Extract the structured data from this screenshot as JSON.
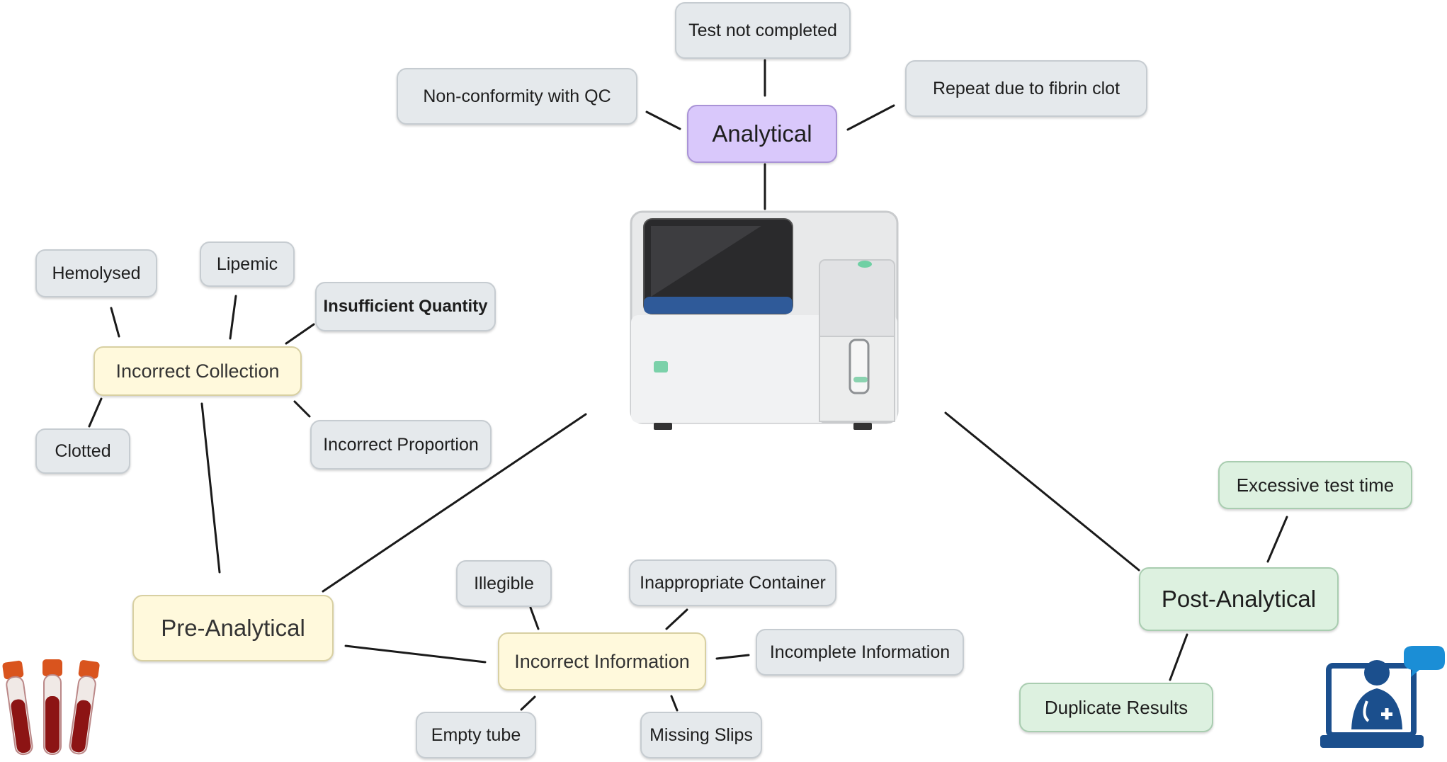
{
  "nodes": {
    "analytical": "Analytical",
    "test_not_completed": "Test not completed",
    "non_conformity_qc": "Non-conformity with QC",
    "repeat_fibrin_clot": "Repeat due to fibrin clot",
    "hemolysed": "Hemolysed",
    "lipemic": "Lipemic",
    "insufficient_quantity": "Insufficient Quantity",
    "incorrect_collection": "Incorrect Collection",
    "clotted": "Clotted",
    "incorrect_proportion": "Incorrect Proportion",
    "pre_analytical": "Pre-Analytical",
    "illegible": "Illegible",
    "inappropriate_container": "Inappropriate Container",
    "incorrect_information": "Incorrect Information",
    "incomplete_information": "Incomplete Information",
    "empty_tube": "Empty tube",
    "missing_slips": "Missing Slips",
    "post_analytical": "Post-Analytical",
    "excessive_test_time": "Excessive test time",
    "duplicate_results": "Duplicate Results"
  },
  "colors": {
    "analytical": "#d9c8fb",
    "pre_analytical": "#fff9dc",
    "post_analytical": "#ddf1e0",
    "leaf": "#e5e9ec",
    "line": "#1a1a1a"
  },
  "icons": [
    "lab-analyzer-machine-icon",
    "blood-sample-tubes-icon",
    "telemedicine-laptop-doctor-icon"
  ]
}
